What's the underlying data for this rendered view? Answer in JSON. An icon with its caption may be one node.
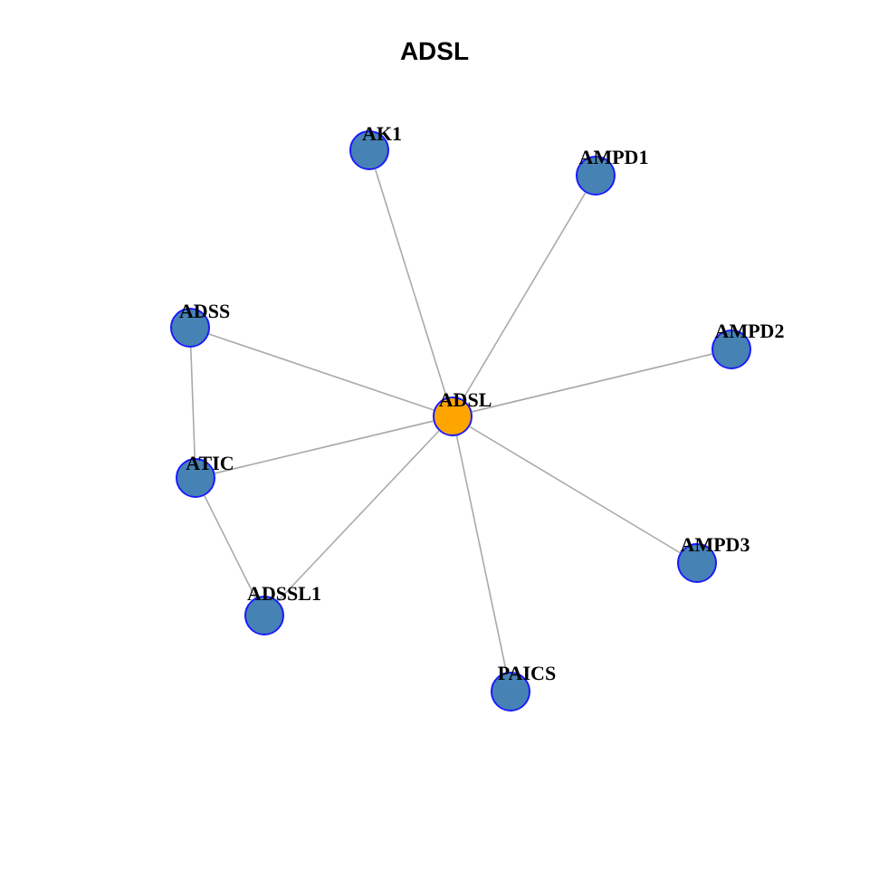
{
  "diagram": {
    "title": "ADSL",
    "nodes": [
      {
        "text": [
          "ADSL"
        ]
      },
      {
        "text": [
          "AK1"
        ]
      },
      {
        "text": [
          "AMPD1"
        ]
      },
      {
        "text": [
          "AMPD2"
        ]
      },
      {
        "text": [
          "ADSS"
        ]
      },
      {
        "text": [
          "ATIC"
        ]
      },
      {
        "text": [
          "ADSSL1"
        ]
      },
      {
        "text": [
          "AMPD3"
        ]
      },
      {
        "text": [
          "PAICS"
        ]
      }
    ],
    "edges": [
      {
        "from": 0,
        "to": 1,
        "arrow": "none"
      },
      {
        "from": 0,
        "to": 2,
        "arrow": "none"
      },
      {
        "from": 0,
        "to": 3,
        "arrow": "none"
      },
      {
        "from": 0,
        "to": 4,
        "arrow": "none"
      },
      {
        "from": 0,
        "to": 5,
        "arrow": "none"
      },
      {
        "from": 0,
        "to": 6,
        "arrow": "none"
      },
      {
        "from": 0,
        "to": 7,
        "arrow": "none"
      },
      {
        "from": 0,
        "to": 8,
        "arrow": "none"
      },
      {
        "from": 4,
        "to": 5,
        "arrow": "none"
      },
      {
        "from": 5,
        "to": 6,
        "arrow": "none"
      }
    ]
  }
}
